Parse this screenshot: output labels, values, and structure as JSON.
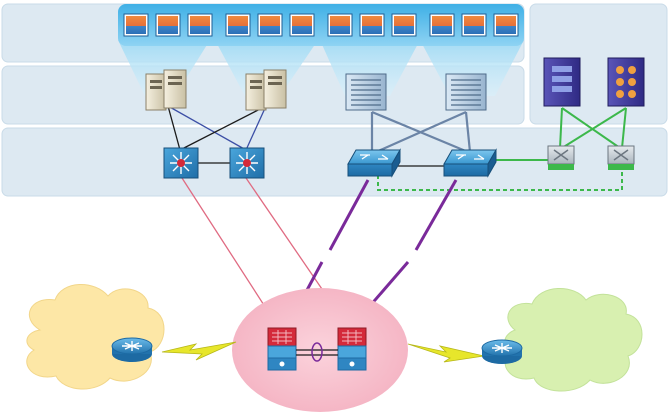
{
  "diagram": {
    "type": "network-topology",
    "text": [],
    "colors": {
      "band": "#dde9f2",
      "band_border": "#c9dbe8",
      "cloud_left": "#fde7a6",
      "cloud_right": "#d8f0b0",
      "core_zone": "#f7c3cf",
      "link_pink": "#e06b82",
      "link_blue": "#3c4fa6",
      "link_black": "#1b1b1b",
      "link_steel": "#6b84a6",
      "link_green": "#3cb84b",
      "link_purple": "#7a2a9a",
      "wan_bolt": "#e7e62b",
      "device_blue": "#2f8cc8",
      "device_red": "#d42a3a"
    },
    "groups": [
      {
        "name": "vm-group-1",
        "count": 3
      },
      {
        "name": "vm-group-2",
        "count": 3
      },
      {
        "name": "vm-group-3",
        "count": 3
      },
      {
        "name": "vm-group-4",
        "count": 3
      }
    ],
    "nodes": [
      {
        "name": "server-1",
        "icon": "server-tower-icon"
      },
      {
        "name": "server-2",
        "icon": "server-tower-icon"
      },
      {
        "name": "blade-chassis-1",
        "icon": "blade-chassis-icon"
      },
      {
        "name": "blade-chassis-2",
        "icon": "blade-chassis-icon"
      },
      {
        "name": "storage-array-1",
        "icon": "storage-array-icon"
      },
      {
        "name": "storage-array-2",
        "icon": "storage-array-icon"
      },
      {
        "name": "access-switch-1",
        "icon": "l3-switch-icon"
      },
      {
        "name": "access-switch-2",
        "icon": "l3-switch-icon"
      },
      {
        "name": "aggregation-switch-1",
        "icon": "switch-icon"
      },
      {
        "name": "aggregation-switch-2",
        "icon": "switch-icon"
      },
      {
        "name": "san-switch-1",
        "icon": "fc-switch-icon"
      },
      {
        "name": "san-switch-2",
        "icon": "fc-switch-icon"
      },
      {
        "name": "core-firewall-1",
        "icon": "firewall-icon"
      },
      {
        "name": "core-firewall-2",
        "icon": "firewall-icon"
      },
      {
        "name": "branch-router-left",
        "icon": "router-icon"
      },
      {
        "name": "branch-router-right",
        "icon": "router-icon"
      }
    ]
  }
}
